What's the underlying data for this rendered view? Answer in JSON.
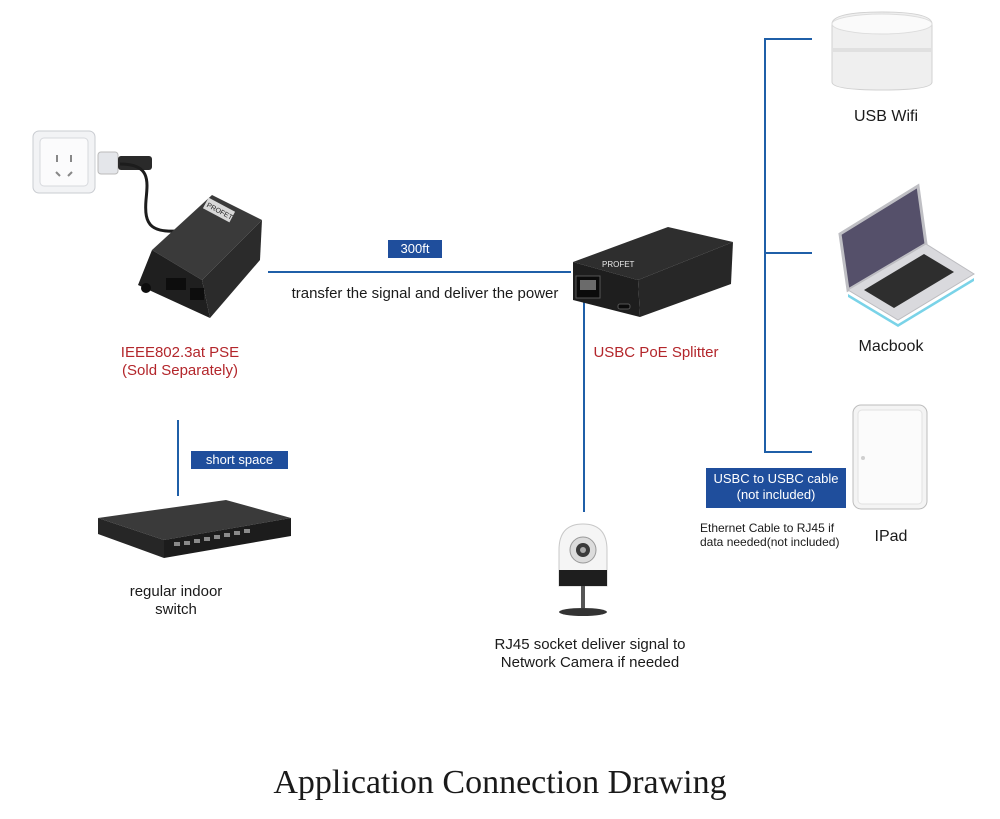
{
  "labels": {
    "pse_line1": "IEEE802.3at PSE",
    "pse_line2": "(Sold Separately)",
    "splitter": "USBC PoE Splitter",
    "transfer": "transfer the signal and deliver the power",
    "distance_tag": "300ft",
    "short_space_tag": "short space",
    "switch_line1": "regular indoor",
    "switch_line2": "switch",
    "camera_line1": "RJ45 socket deliver signal to",
    "camera_line2": "Network Camera if needed",
    "usb_wifi": "USB Wifi",
    "macbook": "Macbook",
    "ipad": "IPad",
    "usbc_cable_line1": "USBC to USBC cable",
    "usbc_cable_line2": "(not included)",
    "ethernet_line1": "Ethernet Cable to RJ45 if",
    "ethernet_line2": "data needed(not included)"
  },
  "brand": {
    "logo_text": "PROFET"
  },
  "title": "Application Connection Drawing",
  "colors": {
    "line": "#1f5fa8",
    "tag_bg": "#1f4e9c",
    "red_label": "#b3262b"
  }
}
